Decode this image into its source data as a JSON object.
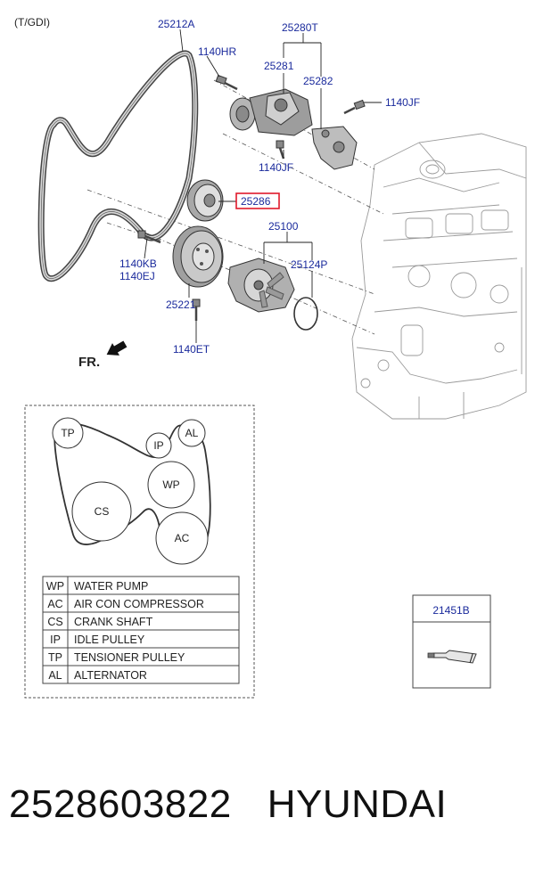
{
  "header": {
    "variant": "(T/GDI)"
  },
  "callouts": {
    "belt": "25212A",
    "tensioner_assy": "25280T",
    "tensioner": "25281",
    "bracket": "25282",
    "bolt_hr": "1140HR",
    "bolt_jf_right": "1140JF",
    "bolt_jf_left": "1140JF",
    "idler": "25286",
    "water_pump_assy": "25100",
    "bolt_kb": "1140KB",
    "bolt_ej": "1140EJ",
    "gasket": "25124P",
    "pump_pulley": "25221",
    "bolt_et": "1140ET",
    "sealant": "21451B"
  },
  "direction": {
    "label": "FR."
  },
  "routing": {
    "pulleys": [
      {
        "code": "TP"
      },
      {
        "code": "IP"
      },
      {
        "code": "AL"
      },
      {
        "code": "WP"
      },
      {
        "code": "CS"
      },
      {
        "code": "AC"
      }
    ]
  },
  "legend": {
    "rows": [
      {
        "code": "WP",
        "desc": "WATER PUMP"
      },
      {
        "code": "AC",
        "desc": "AIR CON COMPRESSOR"
      },
      {
        "code": "CS",
        "desc": "CRANK SHAFT"
      },
      {
        "code": "IP",
        "desc": "IDLE PULLEY"
      },
      {
        "code": "TP",
        "desc": "TENSIONER PULLEY"
      },
      {
        "code": "AL",
        "desc": "ALTERNATOR"
      }
    ]
  },
  "footer": {
    "part_number": "2528603822",
    "brand": "HYUNDAI"
  },
  "colors": {
    "callout_text": "#1a2a9c",
    "highlight_box": "#e0192b",
    "line": "#222222"
  }
}
